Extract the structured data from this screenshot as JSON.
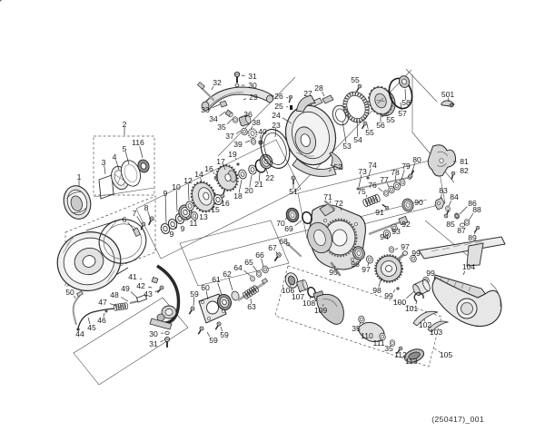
{
  "diagram": {
    "footer_code": "(250417)_001",
    "ink_color": "#2a2a2a",
    "labels": [
      [
        "1",
        87,
        195,
        87,
        206
      ],
      [
        "2",
        137,
        137,
        137,
        149
      ],
      [
        "3",
        114,
        179,
        116,
        192
      ],
      [
        "4",
        126,
        173,
        131,
        187
      ],
      [
        "5",
        137,
        164,
        142,
        181
      ],
      [
        "116",
        152,
        157,
        157,
        174
      ],
      [
        "6",
        137,
        242,
        148,
        254
      ],
      [
        "7",
        148,
        235,
        157,
        249
      ],
      [
        "8",
        161,
        229,
        166,
        243
      ],
      [
        "9",
        182,
        213,
        183,
        246
      ],
      [
        "10",
        194,
        206,
        195,
        233
      ],
      [
        "12",
        207,
        199,
        208,
        221
      ],
      [
        "14",
        219,
        192,
        222,
        201
      ],
      [
        "16",
        230,
        186,
        236,
        192
      ],
      [
        "17",
        243,
        178,
        248,
        187
      ],
      [
        "19",
        256,
        170,
        260,
        176
      ],
      [
        "9",
        189,
        258,
        184,
        256
      ],
      [
        "9",
        201,
        252,
        192,
        250
      ],
      [
        "11",
        213,
        246,
        205,
        240
      ],
      [
        "13",
        224,
        239,
        215,
        241
      ],
      [
        "15",
        237,
        231,
        239,
        226
      ],
      [
        "16",
        248,
        224,
        245,
        219
      ],
      [
        "18",
        262,
        216,
        266,
        198
      ],
      [
        "20",
        274,
        210,
        277,
        193
      ],
      [
        "21",
        285,
        203,
        286,
        190
      ],
      [
        "22",
        297,
        196,
        293,
        186
      ],
      [
        "31",
        278,
        84,
        266,
        83
      ],
      [
        "30",
        278,
        94,
        266,
        94
      ],
      [
        "29",
        279,
        107,
        268,
        110
      ],
      [
        "32",
        239,
        91,
        233,
        99
      ],
      [
        "33",
        226,
        121,
        242,
        115
      ],
      [
        "34",
        235,
        131,
        248,
        123
      ],
      [
        "35",
        244,
        140,
        256,
        131
      ],
      [
        "36",
        273,
        126,
        266,
        130
      ],
      [
        "37",
        253,
        150,
        265,
        144
      ],
      [
        "38",
        282,
        135,
        276,
        143
      ],
      [
        "39",
        262,
        159,
        275,
        155
      ],
      [
        "40",
        289,
        145,
        286,
        153
      ],
      [
        "26",
        307,
        106,
        317,
        108
      ],
      [
        "25",
        307,
        117,
        317,
        118
      ],
      [
        "24",
        304,
        127,
        321,
        136
      ],
      [
        "23",
        304,
        138,
        303,
        151
      ],
      [
        "27",
        339,
        103,
        345,
        110
      ],
      [
        "28",
        351,
        97,
        357,
        106
      ],
      [
        "55",
        391,
        88,
        395,
        93
      ],
      [
        "58",
        447,
        113,
        446,
        98
      ],
      [
        "57",
        443,
        125,
        441,
        113
      ],
      [
        "55",
        430,
        132,
        425,
        124
      ],
      [
        "56",
        419,
        138,
        419,
        124
      ],
      [
        "55",
        407,
        146,
        404,
        137
      ],
      [
        "54",
        394,
        154,
        393,
        131
      ],
      [
        "53",
        382,
        161,
        377,
        134
      ],
      [
        "52",
        372,
        184,
        362,
        189
      ],
      [
        "51",
        323,
        211,
        323,
        203
      ],
      [
        "501",
        493,
        104,
        494,
        112
      ],
      [
        "71",
        361,
        217,
        364,
        224
      ],
      [
        "72",
        373,
        224,
        376,
        232
      ],
      [
        "73",
        399,
        189,
        395,
        206
      ],
      [
        "74",
        410,
        182,
        406,
        194
      ],
      [
        "75",
        398,
        211,
        404,
        217
      ],
      [
        "76",
        410,
        204,
        421,
        211
      ],
      [
        "77",
        423,
        198,
        428,
        206
      ],
      [
        "78",
        435,
        190,
        436,
        201
      ],
      [
        "79",
        447,
        183,
        442,
        198
      ],
      [
        "80",
        459,
        176,
        453,
        191
      ],
      [
        "81",
        511,
        178,
        499,
        178
      ],
      [
        "82",
        511,
        188,
        503,
        190
      ],
      [
        "83",
        488,
        210,
        485,
        219
      ],
      [
        "84",
        500,
        217,
        494,
        227
      ],
      [
        "86",
        520,
        224,
        506,
        236
      ],
      [
        "88",
        525,
        231,
        516,
        243
      ],
      [
        "85",
        496,
        247,
        493,
        241
      ],
      [
        "87",
        508,
        254,
        510,
        250
      ],
      [
        "89",
        520,
        262,
        524,
        253
      ],
      [
        "90",
        461,
        223,
        456,
        225
      ],
      [
        "91",
        418,
        234,
        424,
        231
      ],
      [
        "92",
        447,
        247,
        441,
        245
      ],
      [
        "93",
        436,
        255,
        434,
        253
      ],
      [
        "94",
        423,
        261,
        425,
        259
      ],
      [
        "70",
        309,
        246,
        316,
        239
      ],
      [
        "69",
        318,
        252,
        332,
        243
      ],
      [
        "68",
        312,
        266,
        318,
        271
      ],
      [
        "67",
        300,
        273,
        305,
        280
      ],
      [
        "95",
        367,
        300,
        369,
        293
      ],
      [
        "96",
        391,
        291,
        393,
        285
      ],
      [
        "97",
        403,
        297,
        406,
        289
      ],
      [
        "97",
        446,
        272,
        435,
        275
      ],
      [
        "98",
        415,
        320,
        420,
        306
      ],
      [
        "99",
        458,
        279,
        456,
        283
      ],
      [
        "99",
        474,
        301,
        470,
        306
      ],
      [
        "99",
        428,
        326,
        435,
        319
      ],
      [
        "100",
        440,
        333,
        456,
        321
      ],
      [
        "101",
        453,
        340,
        459,
        332
      ],
      [
        "102",
        468,
        358,
        467,
        351
      ],
      [
        "103",
        480,
        366,
        480,
        360
      ],
      [
        "104",
        516,
        294,
        510,
        303
      ],
      [
        "105",
        491,
        391,
        486,
        388
      ],
      [
        "106",
        317,
        320,
        320,
        313
      ],
      [
        "107",
        328,
        327,
        331,
        320
      ],
      [
        "108",
        340,
        334,
        342,
        327
      ],
      [
        "109",
        353,
        342,
        356,
        335
      ],
      [
        "35",
        392,
        362,
        397,
        355
      ],
      [
        "110",
        404,
        370,
        406,
        365
      ],
      [
        "111",
        417,
        378,
        420,
        373
      ],
      [
        "35",
        428,
        384,
        431,
        380
      ],
      [
        "112",
        441,
        391,
        442,
        386
      ],
      [
        "113",
        453,
        398,
        455,
        393
      ],
      [
        "41",
        146,
        305,
        156,
        308
      ],
      [
        "42",
        155,
        315,
        167,
        317
      ],
      [
        "43",
        163,
        324,
        174,
        320
      ],
      [
        "44",
        88,
        368,
        87,
        364
      ],
      [
        "45",
        101,
        361,
        97,
        350
      ],
      [
        "46",
        112,
        353,
        115,
        345
      ],
      [
        "47",
        113,
        333,
        128,
        337
      ],
      [
        "48",
        126,
        325,
        141,
        332
      ],
      [
        "49",
        138,
        318,
        151,
        328
      ],
      [
        "50",
        77,
        322,
        83,
        329
      ],
      [
        "30",
        169,
        368,
        180,
        367
      ],
      [
        "31",
        169,
        379,
        180,
        375
      ],
      [
        "59",
        214,
        324,
        213,
        337
      ],
      [
        "60",
        226,
        317,
        229,
        330
      ],
      [
        "61",
        238,
        308,
        244,
        325
      ],
      [
        "62",
        250,
        302,
        256,
        320
      ],
      [
        "63",
        277,
        338,
        276,
        329
      ],
      [
        "64",
        262,
        295,
        276,
        304
      ],
      [
        "65",
        274,
        289,
        283,
        299
      ],
      [
        "66",
        286,
        281,
        290,
        294
      ],
      [
        "59",
        235,
        375,
        228,
        366
      ],
      [
        "59",
        247,
        369,
        243,
        360
      ]
    ]
  }
}
